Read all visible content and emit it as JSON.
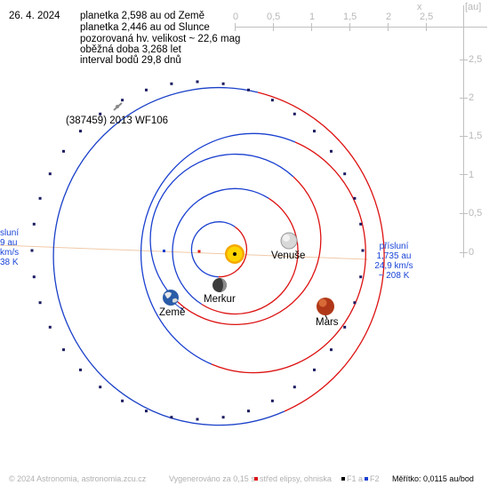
{
  "date": "26. 4. 2024",
  "info": {
    "dist_earth": "planetka 2,598 au od Země",
    "dist_sun": "planetka 2,446 au od Slunce",
    "magnitude": "pozorovaná hv. velikost ~ 22,6 mag",
    "period": "oběžná doba 3,268 let",
    "interval": "interval bodů 29,8 dnů"
  },
  "asteroid_label": "(387459) 2013 WF106",
  "axis": {
    "x_ticks": [
      "0",
      "0,5",
      "1",
      "1,5",
      "2",
      "2,5"
    ],
    "x_symbol": "x",
    "y_ticks": [
      "2,5",
      "2",
      "1,5",
      "1",
      "0,5",
      "0"
    ],
    "unit": "[au]"
  },
  "planets": {
    "venus": "Venuše",
    "mercury": "Merkur",
    "earth": "Země",
    "mars": "Mars"
  },
  "perihelion_right": [
    "přísluní",
    "1,735 au",
    "24,9 km/s",
    "~ 208 K"
  ],
  "perihelion_left": [
    "sluní",
    "9 au",
    "km/s",
    "38 K"
  ],
  "footer": {
    "copyright": "© 2024 Astronomia, astronomia.zcu.cz",
    "generated": "Vygenerováno za 0,15 s",
    "center_legend": "střed elipsy, ohniska",
    "f1": "F1 a",
    "f2": "F2",
    "scale": "Měřítko: 0,0115 au/bod"
  },
  "colors": {
    "orbit_red": "#dd1111",
    "orbit_blue": "#1a40d0",
    "asteroid_orbit_blue": "#1a40c8",
    "axis_gray": "#b8b8b8",
    "sun": "#f6c400"
  }
}
